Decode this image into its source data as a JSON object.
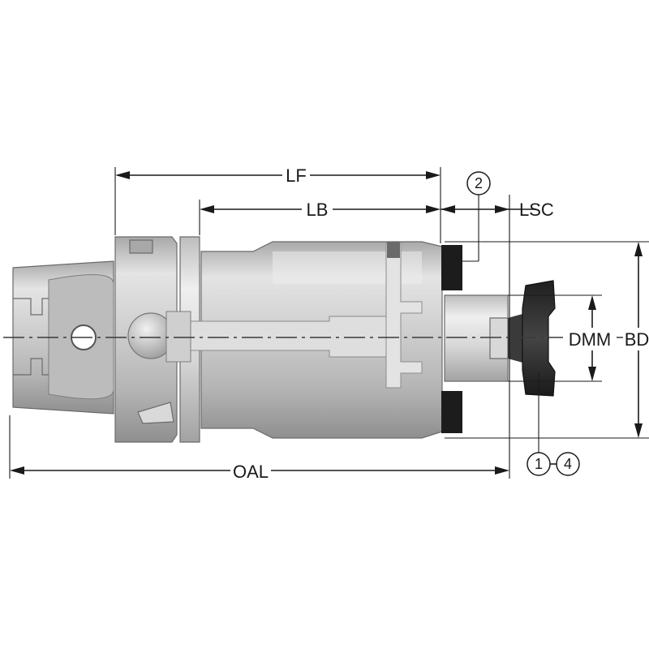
{
  "dimensions": {
    "lf": "LF",
    "lb": "LB",
    "lsc": "LSC",
    "dmm": "DMM",
    "bd": "BD",
    "oal": "OAL"
  },
  "callouts": {
    "item_2": "2",
    "item_1": "1",
    "item_4": "4"
  },
  "colors": {
    "body_metal": "#c8c8c8",
    "body_highlight": "#e6e6e6",
    "body_shadow": "#9a9a9a",
    "cutter": "#2b2b2b",
    "inserts": "#1c1c1c",
    "lines": "#1a1a1a"
  }
}
